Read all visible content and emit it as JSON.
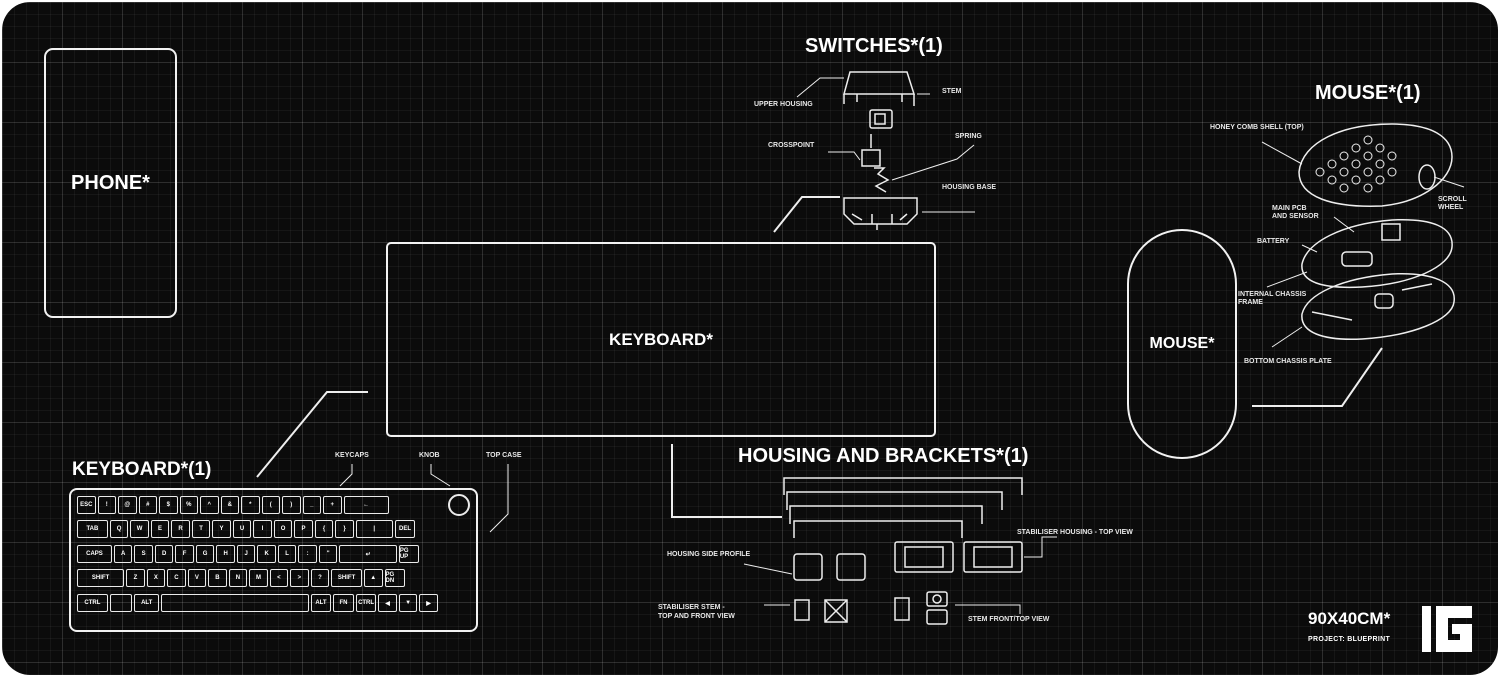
{
  "zones": {
    "phone": "PHONE*",
    "keyboard": "KEYBOARD*",
    "mouse": "MOUSE*"
  },
  "headings": {
    "switches": "SWITCHES*(1)",
    "mouse": "MOUSE*(1)",
    "keyboard": "KEYBOARD*(1)",
    "housing": "HOUSING AND BRACKETS*(1)"
  },
  "switch_labels": {
    "upper_housing": "UPPER HOUSING",
    "stem": "STEM",
    "crosspoint": "CROSSPOINT",
    "spring": "SPRING",
    "housing_base": "HOUSING BASE"
  },
  "mouse_labels": {
    "shell": "HONEY COMB SHELL (TOP)",
    "scroll_1": "SCROLL",
    "scroll_2": "WHEEL",
    "pcb_1": "MAIN PCB",
    "pcb_2": "AND SENSOR",
    "battery": "BATTERY",
    "chassis_1": "INTERNAL CHASSIS",
    "chassis_2": "FRAME",
    "bottom": "BOTTOM CHASSIS PLATE"
  },
  "keyboard_labels": {
    "keycaps": "KEYCAPS",
    "knob": "KNOB",
    "top_case": "TOP CASE"
  },
  "housing_labels": {
    "stab_housing": "STABILISER HOUSING - TOP VIEW",
    "side_profile": "HOUSING SIDE PROFILE",
    "stab_stem_1": "STABILISER STEM -",
    "stab_stem_2": "TOP AND FRONT VIEW",
    "stem_front": "STEM FRONT/TOP VIEW"
  },
  "footer": {
    "size": "90X40CM*",
    "project": "PROJECT: BLUEPRINT"
  },
  "keyboard_keys": {
    "row1": [
      "ESC",
      "!",
      "@",
      "#",
      "$",
      "%",
      "^",
      "&",
      "*",
      "(",
      ")",
      "_",
      "+",
      "←"
    ],
    "row2": [
      "TAB",
      "Q",
      "W",
      "E",
      "R",
      "T",
      "Y",
      "U",
      "I",
      "O",
      "P",
      "{",
      "}",
      "|",
      "DEL"
    ],
    "row3": [
      "CAPS",
      "A",
      "S",
      "D",
      "F",
      "G",
      "H",
      "J",
      "K",
      "L",
      ":",
      "\"",
      "↵",
      "PG UP"
    ],
    "row4": [
      "SHIFT",
      "Z",
      "X",
      "C",
      "V",
      "B",
      "N",
      "M",
      "<",
      ">",
      "?",
      "SHIFT",
      "▲",
      "PG DN"
    ],
    "row5": [
      "CTRL",
      "",
      "ALT",
      "",
      "ALT",
      "FN",
      "CTRL",
      "◀",
      "▼",
      "▶"
    ]
  },
  "colors": {
    "mat": "#0b0b0b",
    "line": "#f2f2f2",
    "grid": "#ffffff"
  },
  "icons": [
    "logo-icon"
  ]
}
